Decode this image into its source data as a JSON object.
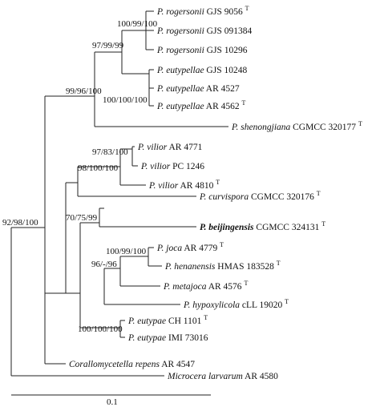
{
  "taxa": [
    {
      "id": "t1",
      "genus": "P. rogersonii",
      "strain": "GJS 9056",
      "type_mark": "T"
    },
    {
      "id": "t2",
      "genus": "P. rogersonii",
      "strain": "GJS 091384",
      "type_mark": ""
    },
    {
      "id": "t3",
      "genus": "P. rogersonii",
      "strain": "GJS 10296",
      "type_mark": ""
    },
    {
      "id": "t4",
      "genus": "P. eutypellae",
      "strain": "GJS 10248",
      "type_mark": ""
    },
    {
      "id": "t5",
      "genus": "P. eutypellae",
      "strain": "AR 4527",
      "type_mark": ""
    },
    {
      "id": "t6",
      "genus": "P. eutypellae",
      "strain": "AR 4562",
      "type_mark": "T"
    },
    {
      "id": "t7",
      "genus": "P. shenongjiana",
      "strain": "CGMCC 320177",
      "type_mark": "T"
    },
    {
      "id": "t8",
      "genus": "P. vilior",
      "strain": "AR 4771",
      "type_mark": ""
    },
    {
      "id": "t9",
      "genus": "P. vilior",
      "strain": "PC 1246",
      "type_mark": ""
    },
    {
      "id": "t10",
      "genus": "P. vilior",
      "strain": "AR 4810",
      "type_mark": "T"
    },
    {
      "id": "t11",
      "genus": "P. curvispora",
      "strain": "CGMCC 320176",
      "type_mark": "T"
    },
    {
      "id": "t12",
      "genus": "P. beijingensis",
      "strain": "CGMCC 324131",
      "type_mark": "T",
      "bold": true
    },
    {
      "id": "t13",
      "genus": "P. joca",
      "strain": "AR 4779",
      "type_mark": "T"
    },
    {
      "id": "t14",
      "genus": "P. henanensis",
      "strain": "HMAS 183528",
      "type_mark": "T"
    },
    {
      "id": "t15",
      "genus": "P. metajoca",
      "strain": "AR 4576",
      "type_mark": "T"
    },
    {
      "id": "t16",
      "genus": "P. hypoxylicola",
      "strain": "cLL 19020",
      "type_mark": "T"
    },
    {
      "id": "t17",
      "genus": "P. eutypae",
      "strain": "CH 1101",
      "type_mark": "T"
    },
    {
      "id": "t18",
      "genus": "P. eutypae",
      "strain": "IMI 73016",
      "type_mark": ""
    },
    {
      "id": "t19",
      "genus": "Corallomycetella repens",
      "strain": "AR 4547",
      "type_mark": ""
    },
    {
      "id": "t20",
      "genus": "Microcera larvarum",
      "strain": "AR 4580",
      "type_mark": ""
    }
  ],
  "support": {
    "rogersonii": "100/99/100",
    "rog_eut": "97/99/99",
    "rog_eut_shen": "99/96/100",
    "eutypellae": "100/100/100",
    "vilior_inner": "97/83/100",
    "vilior": "98/100/100",
    "vilior_curv_beij": "70/75/99",
    "root": "92/98/100",
    "joca_hen": "100/99/100",
    "joca_group": "96/-/96",
    "eutypae": "100/100/100"
  },
  "scale_bar": {
    "label": "0.1"
  },
  "colors": {
    "line": "#222222",
    "text": "#111111",
    "background": "#ffffff"
  }
}
